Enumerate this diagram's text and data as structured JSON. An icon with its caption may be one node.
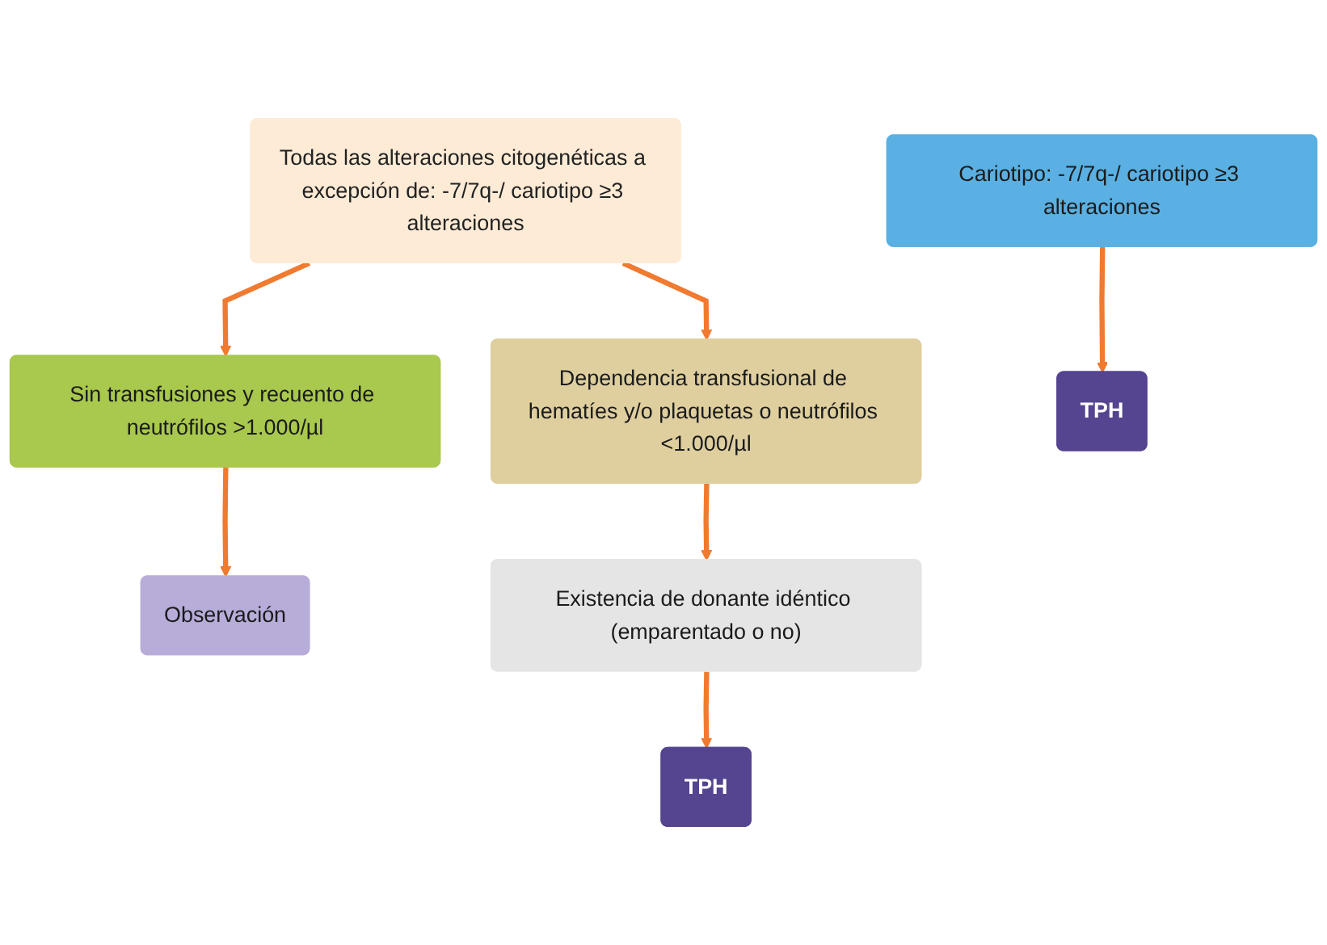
{
  "diagram": {
    "nodes": [
      {
        "text": [
          "Todas las alteraciones citogenéticas a excepción de: -7/7q-/ cariotipo ≥3 alteraciones"
        ]
      },
      {
        "text": [
          "Cariotipo: -7/7q-/ cariotipo ≥3 alteraciones"
        ]
      },
      {
        "text": [
          "Sin transfusiones y recuento de neutrófilos >1.000/µl"
        ]
      },
      {
        "text": [
          "Dependencia transfusional de hematíes y/o plaquetas o neutrófilos <1.000/µl"
        ]
      },
      {
        "text": [
          "TPH"
        ]
      },
      {
        "text": [
          "Observación"
        ]
      },
      {
        "text": [
          "Existencia de donante idéntico (emparentado o no)"
        ]
      },
      {
        "text": [
          "TPH"
        ]
      }
    ],
    "edges": [
      {
        "from": 0,
        "to": 2,
        "arrow": "to"
      },
      {
        "from": 0,
        "to": 3,
        "arrow": "to"
      },
      {
        "from": 1,
        "to": 4,
        "arrow": "to"
      },
      {
        "from": 2,
        "to": 5,
        "arrow": "to"
      },
      {
        "from": 3,
        "to": 6,
        "arrow": "to"
      },
      {
        "from": 6,
        "to": 7,
        "arrow": "to"
      }
    ]
  }
}
